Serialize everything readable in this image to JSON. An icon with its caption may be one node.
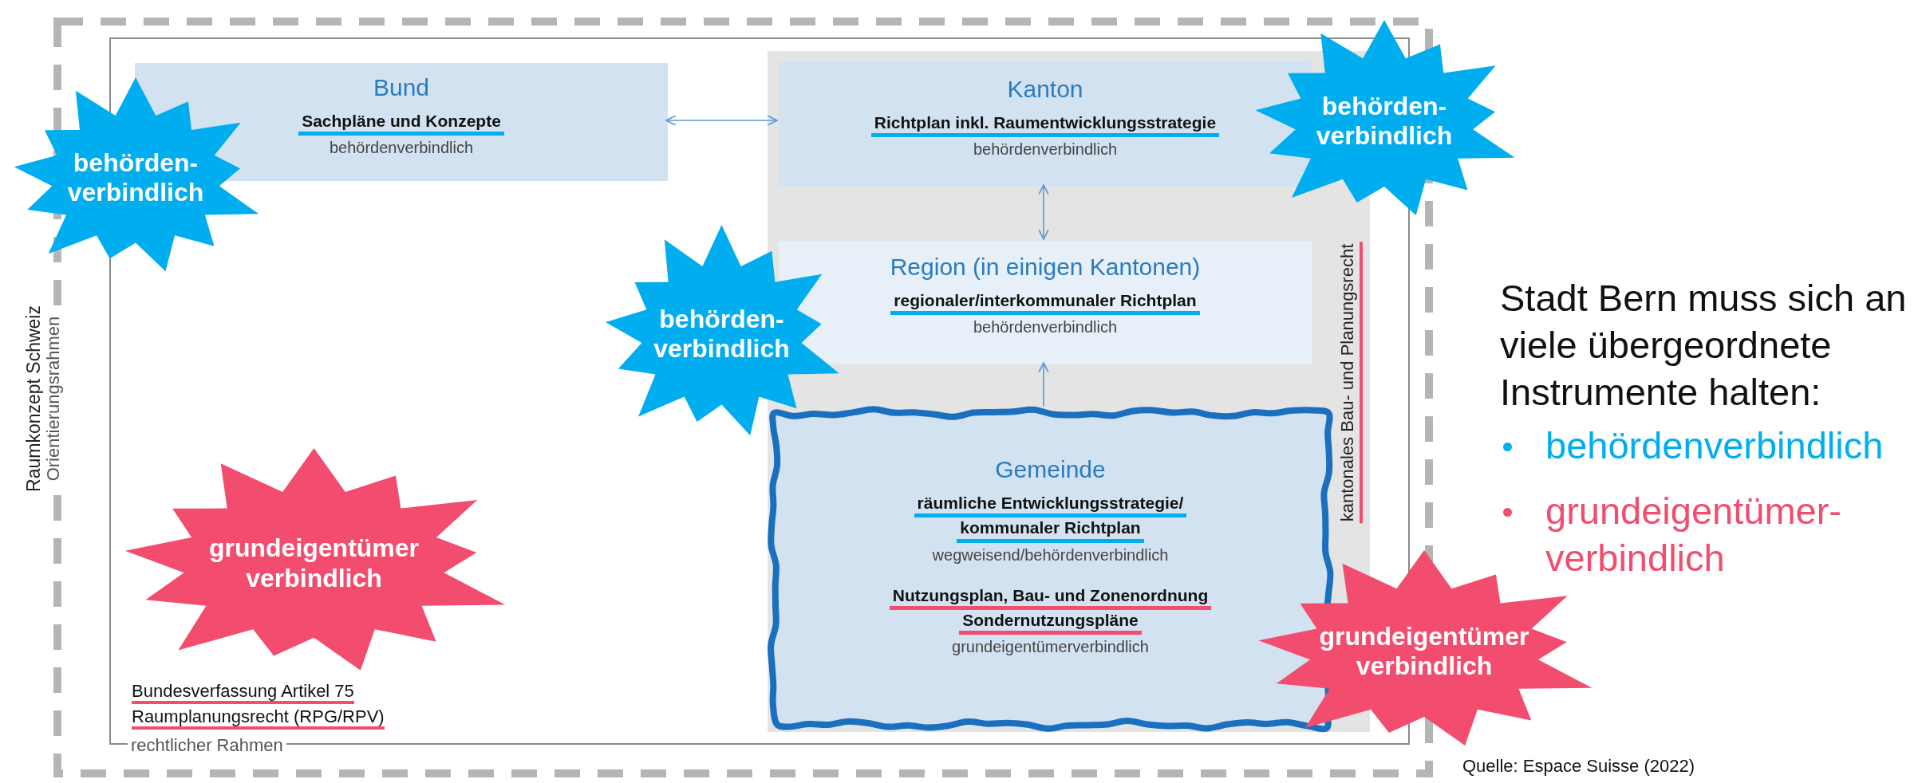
{
  "diagram": {
    "nodes": [
      {
        "text": [
          "Raumkonzept Schweiz",
          "Orientierungsrahmen"
        ]
      },
      {
        "text": [
          "Bundesverfassung Artikel 75",
          "Raumplanungsrecht (RPG/RPV)",
          "rechtlicher Rahmen"
        ],
        "in": 0
      },
      {
        "text": [
          "Bund",
          "Sachpläne und Konzepte",
          "behördenverbindlich"
        ],
        "in": 1
      },
      {
        "text": [
          "kantonales Bau- und Planungsrecht"
        ],
        "in": 1
      },
      {
        "text": [
          "Kanton",
          "Richtplan inkl. Raumentwicklungsstrategie",
          "behördenverbindlich"
        ],
        "in": 3
      },
      {
        "text": [
          "Region (in einigen Kantonen)",
          "regionaler/interkommunaler Richtplan",
          "behördenverbindlich"
        ],
        "in": 3
      },
      {
        "text": [
          "Gemeinde",
          "räumliche Entwicklungsstrategie/",
          "kommunaler Richtplan",
          "wegweisend/behördenverbindlich",
          "Nutzungsplan, Bau- und Zonenordnung",
          "Sondernutzungspläne",
          "grundeigentümerverbindlich"
        ],
        "in": 3
      },
      {
        "text": [
          "behörden- verbindlich"
        ]
      },
      {
        "text": [
          "behörden- verbindlich"
        ]
      },
      {
        "text": [
          "behörden- verbindlich"
        ],
        "in": 1
      },
      {
        "text": [
          "grundeigentümer verbindlich"
        ],
        "in": 1
      },
      {
        "text": [
          "grundeigentümer verbindlich"
        ]
      }
    ],
    "edges": [
      {
        "from": 2,
        "to": 4,
        "arrow": "both"
      },
      {
        "from": 4,
        "to": 5,
        "arrow": "both"
      },
      {
        "from": 6,
        "to": 5,
        "arrow": "to"
      }
    ],
    "labels": [
      "Stadt Bern muss sich an viele übergeordnete Instrumente halten:",
      "Quelle: Espace Suisse (2022)"
    ],
    "legend": [
      {
        "text": "behördenverbindlich",
        "color": "#00aeef"
      },
      {
        "text": "grundeigentümer- verbindlich",
        "color": "#f24d6e"
      }
    ]
  }
}
